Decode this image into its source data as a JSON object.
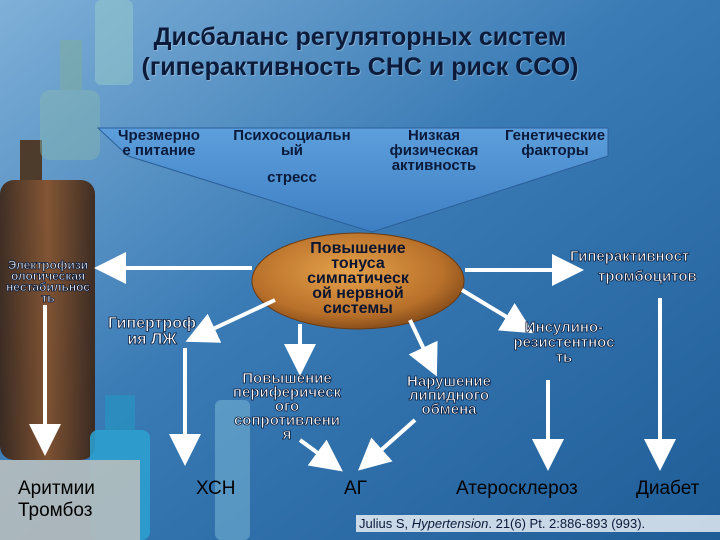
{
  "title": {
    "line1": "Дисбаланс регуляторных систем",
    "line2": "(гиперактивность СНС и риск ССО)"
  },
  "factors": {
    "overeating": [
      "Чрезмерно",
      "е питание"
    ],
    "psychosocial_stress": [
      "Психосоциальн",
      "ый",
      "стресс"
    ],
    "low_activity": [
      "Низкая",
      "физическая",
      "активность"
    ],
    "genetic": [
      "Генетические",
      "факторы"
    ]
  },
  "center": [
    "Повышение",
    "тонуса",
    "симпатическ",
    "ой нервной",
    "системы"
  ],
  "effects": {
    "electrophysiological": [
      "Электрофизи",
      "ологическая",
      "нестабильнос",
      "ть"
    ],
    "lv_hypertrophy": [
      "Гипертроф",
      "ия ЛЖ"
    ],
    "peripheral_resistance": [
      "Повышение",
      "периферическ",
      "ого",
      "сопротивлени",
      "я"
    ],
    "lipid_disorder": [
      "Нарушение",
      "липидного",
      "обмена"
    ],
    "insulin_resistance": [
      "Инсулино-",
      "резистентнос",
      "ть"
    ],
    "platelet_hyperactivity": [
      "Гиперактивност",
      "тромбоцитов"
    ]
  },
  "outcomes": {
    "arrhythmia": "Аритмии",
    "thrombosis": "Тромбоз",
    "chf": "ХСН",
    "hypertension": "АГ",
    "atherosclerosis": "Атеросклероз",
    "diabetes": "Диабет"
  },
  "citation": {
    "author": "Julius S, ",
    "journal": "Hypertension",
    "details": ". 21(6) Pt. 2:886-893 (993)."
  },
  "colors": {
    "banner": "#4a8fd0",
    "oval": "#c07a30",
    "arrow": "#ffffff"
  }
}
